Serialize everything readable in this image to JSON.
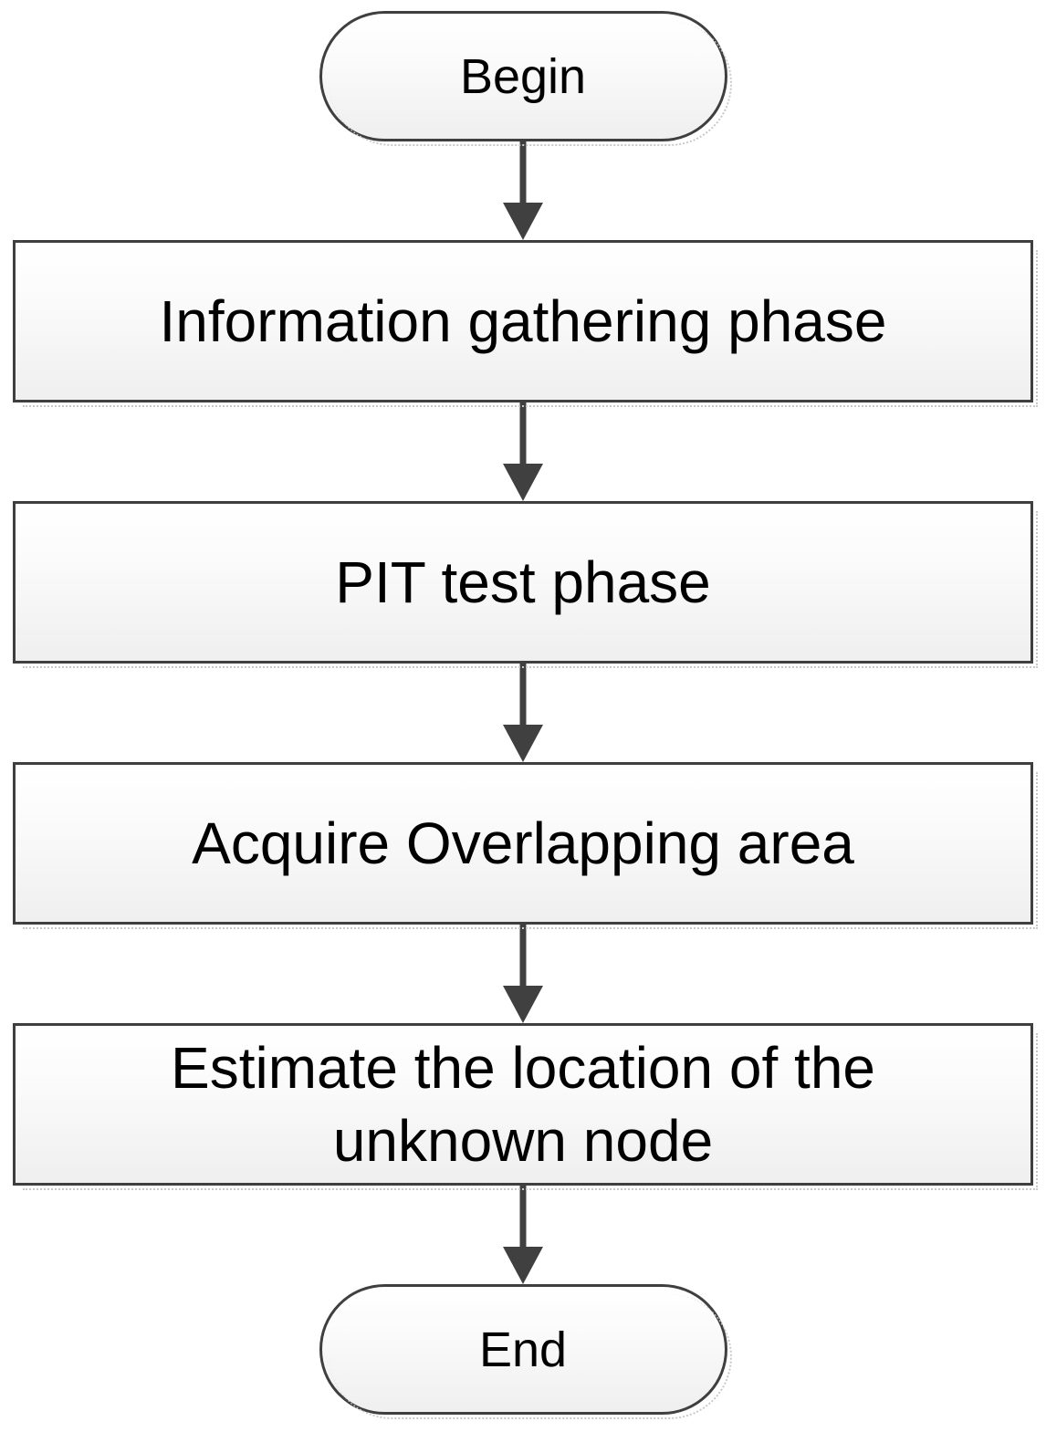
{
  "diagram": {
    "type": "flowchart",
    "direction": "top-to-bottom",
    "colors": {
      "border-color": "#3f3f3f",
      "arrow-color": "#404040",
      "shape-fill-top": "#ffffff",
      "shape-fill-bottom": "#efefef",
      "text-color": "#000000",
      "shadow-dot-color": "#c9c9c9"
    },
    "nodes": [
      {
        "id": "begin",
        "type": "terminator",
        "label": "Begin"
      },
      {
        "id": "info",
        "type": "process",
        "label": "Information gathering phase"
      },
      {
        "id": "pit",
        "type": "process",
        "label": "PIT test phase"
      },
      {
        "id": "overlap",
        "type": "process",
        "label": "Acquire Overlapping area"
      },
      {
        "id": "estimate",
        "type": "process",
        "label": "Estimate  the location of the unknown node"
      },
      {
        "id": "end",
        "type": "terminator",
        "label": "End"
      }
    ],
    "edges": [
      {
        "from": "begin",
        "to": "info"
      },
      {
        "from": "info",
        "to": "pit"
      },
      {
        "from": "pit",
        "to": "overlap"
      },
      {
        "from": "overlap",
        "to": "estimate"
      },
      {
        "from": "estimate",
        "to": "end"
      }
    ]
  }
}
